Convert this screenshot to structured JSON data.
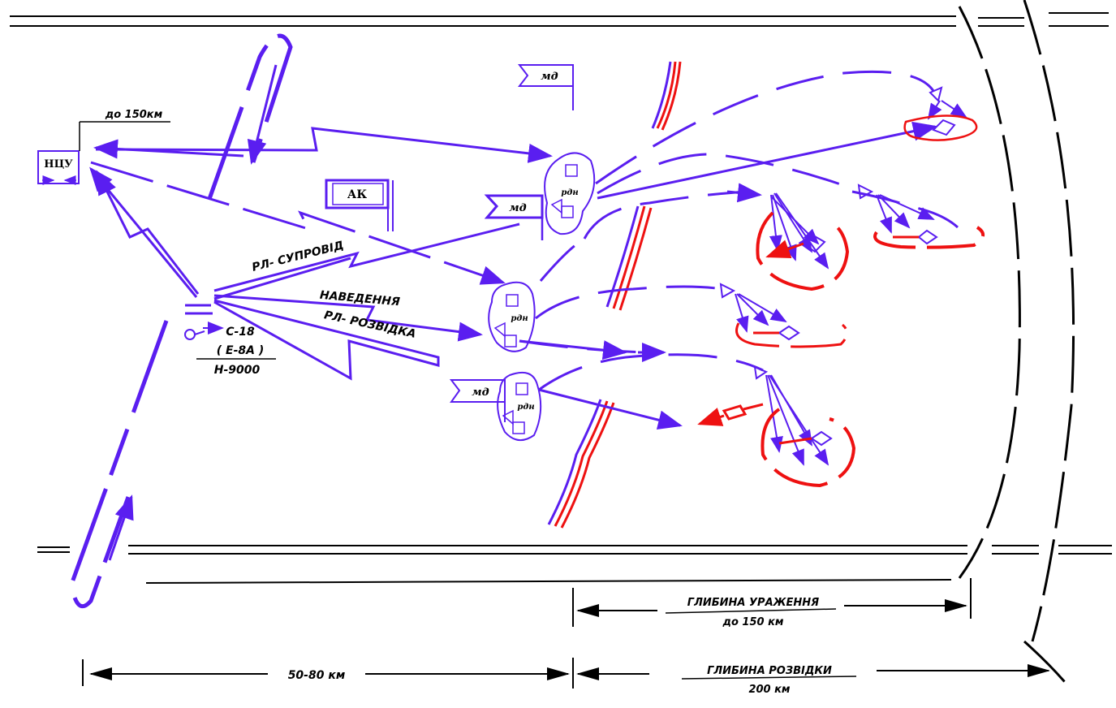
{
  "colors": {
    "own_forces": "#5a1ef0",
    "enemy": "#ee1111",
    "lines": "#000000"
  },
  "labels": {
    "ncu": "НЦУ",
    "ak": "АК",
    "md_top": "мд",
    "md_mid": "мд",
    "md_bottom": "мд",
    "rdn_1": "рдн",
    "rdn_2": "рдн",
    "rdn_3": "рдн",
    "range_to_ncu": "до 150км",
    "ra_escort": "РЛ- СУПРОВІД",
    "guidance": "НАВЕДЕННЯ",
    "ra_recon": "РЛ- РОЗВІДКА",
    "aircraft_type": "С-18",
    "aircraft_variant": "( Е-8А )",
    "altitude": "Н-9000"
  },
  "dimensions": {
    "distance_left": "50-80 км",
    "strike_depth_title": "ГЛИБИНА УРАЖЕННЯ",
    "strike_depth_value": "до 150 км",
    "recon_depth_title": "ГЛИБИНА РОЗВІДКИ",
    "recon_depth_value": "200 км"
  },
  "icons": [
    "flag-icon",
    "radar-icon",
    "aircraft-icon",
    "missile-icon",
    "target-icon"
  ]
}
